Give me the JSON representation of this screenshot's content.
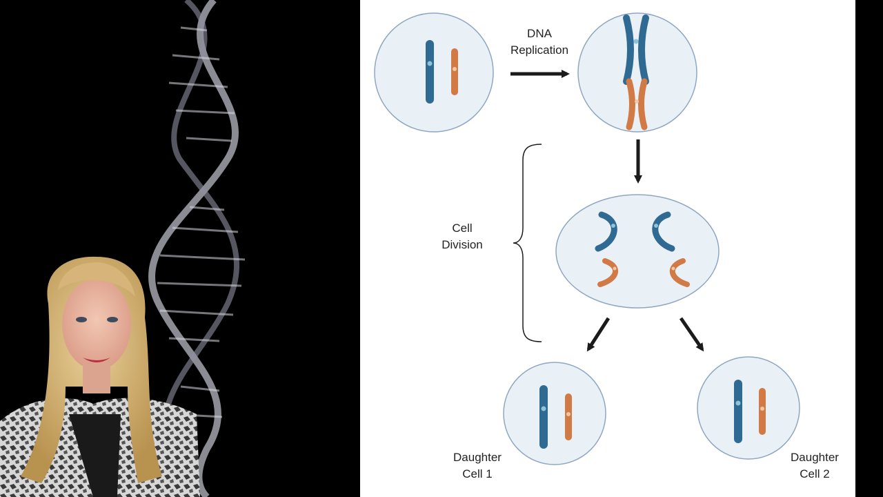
{
  "diagram": {
    "labels": {
      "replication": [
        "DNA",
        "Replication"
      ],
      "division": [
        "Cell",
        "Division"
      ],
      "daughter1": [
        "Daughter",
        "Cell 1"
      ],
      "daughter2": [
        "Daughter",
        "Cell 2"
      ]
    },
    "colors": {
      "cell_fill": "#e9f1f6",
      "cell_stroke": "#8fa6c2",
      "chromosome_a": "#2f6a93",
      "chromosome_b": "#d27a45",
      "arrow": "#1b1b1b",
      "slide_background": "#ffffff"
    }
  },
  "video": {
    "background": "#000000",
    "elements": [
      "dna-helix-icon",
      "presenter-portrait"
    ]
  }
}
